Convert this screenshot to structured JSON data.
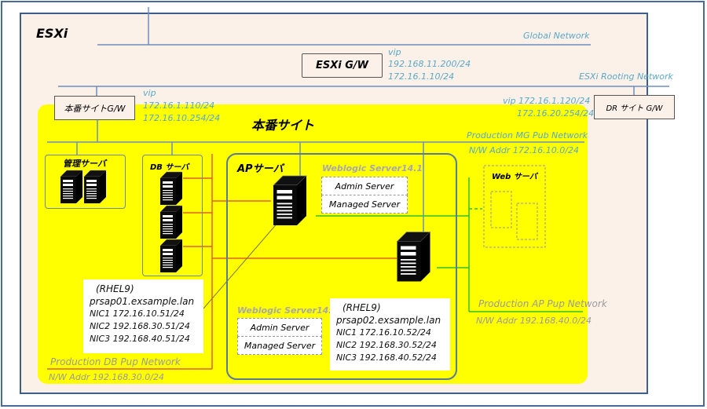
{
  "esxi": {
    "title": "ESXi"
  },
  "networks": {
    "global": "Global Network",
    "rooting": "ESXi Rooting Network",
    "mg_pub": {
      "name": "Production MG Pub Network",
      "addr": "N/W Addr 172.16.10.0/24"
    },
    "db_pup": {
      "name": "Production DB Pup Network",
      "addr": "N/W Addr 192.168.30.0/24"
    },
    "ap_pup": {
      "name": "Production AP Pup Network",
      "addr": "N/W Addr 192.168.40.0/24"
    }
  },
  "gateways": {
    "esxi_gw": {
      "label": "ESXi G/W",
      "vip": "vip",
      "ip1": "192.168.11.200/24",
      "ip2": "172.16.1.10/24"
    },
    "prod_gw": {
      "label": "本番サイトG/W",
      "vip": "vip",
      "ip1": "172.16.1.110/24",
      "ip2": "172.16.10.254/24"
    },
    "dr_gw": {
      "label": "DR サイト G/W",
      "vip": "vip 172.16.1.120/24",
      "ip2": "172.16.20.254/24"
    }
  },
  "site": {
    "title": "本番サイト"
  },
  "groups": {
    "mgmt": "管理サーバ",
    "db": "DB サーバ",
    "ap": "APサーバ",
    "web": "Web サーバ"
  },
  "weblogic": {
    "title": "Weblogic Server14.1",
    "admin": "Admin Server",
    "managed": "Managed Server"
  },
  "hosts": [
    {
      "os": "(RHEL9)",
      "name": "prsap01.exsample.lan",
      "nic1": "NIC1 172.16.10.51/24",
      "nic2": "NIC2 192.168.30.51/24",
      "nic3": "NIC3 192.168.40.51/24"
    },
    {
      "os": "(RHEL9)",
      "name": "prsap02.exsample.lan",
      "nic1": "NIC1 172.16.10.52/24",
      "nic2": "NIC2 192.168.30.52/24",
      "nic3": "NIC3 192.168.40.52/24"
    }
  ],
  "colors": {
    "mg_net": "#6b8fbf",
    "db_net": "#e06030",
    "ap_net": "#30c030",
    "site_bg": "#ffff00",
    "esxi_bg": "#fcf1e9",
    "ip_text": "#5aa8c8"
  }
}
